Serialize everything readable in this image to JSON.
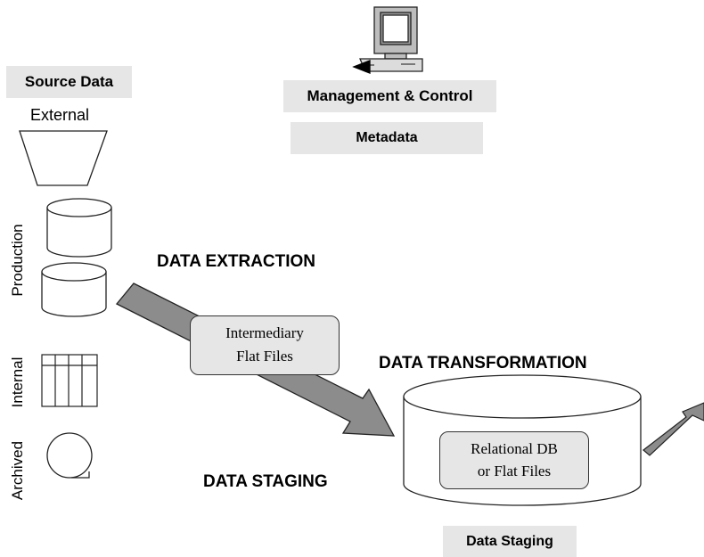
{
  "labels": {
    "source_data": "Source Data",
    "external": "External",
    "production": "Production",
    "internal": "Internal",
    "archived": "Archived",
    "management_control": "Management & Control",
    "metadata": "Metadata",
    "data_extraction": "DATA  EXTRACTION",
    "intermediary_line1": "Intermediary",
    "intermediary_line2": "Flat Files",
    "data_transformation": "DATA  TRANSFORMATION",
    "data_staging_caption": "DATA  STAGING",
    "relational_line1": "Relational DB",
    "relational_line2": "or Flat Files",
    "data_staging_box": "Data Staging"
  },
  "colors": {
    "arrow_fill": "#8c8c8c",
    "box_fill": "#e6e6e6",
    "stroke": "#222222"
  },
  "icons": {
    "computer": "computer-icon",
    "external_source": "funnel-icon",
    "production_db": "cylinder-icon",
    "internal_source": "grid-icon",
    "archived_source": "tape-reel-icon",
    "staging_db": "cylinder-icon"
  }
}
